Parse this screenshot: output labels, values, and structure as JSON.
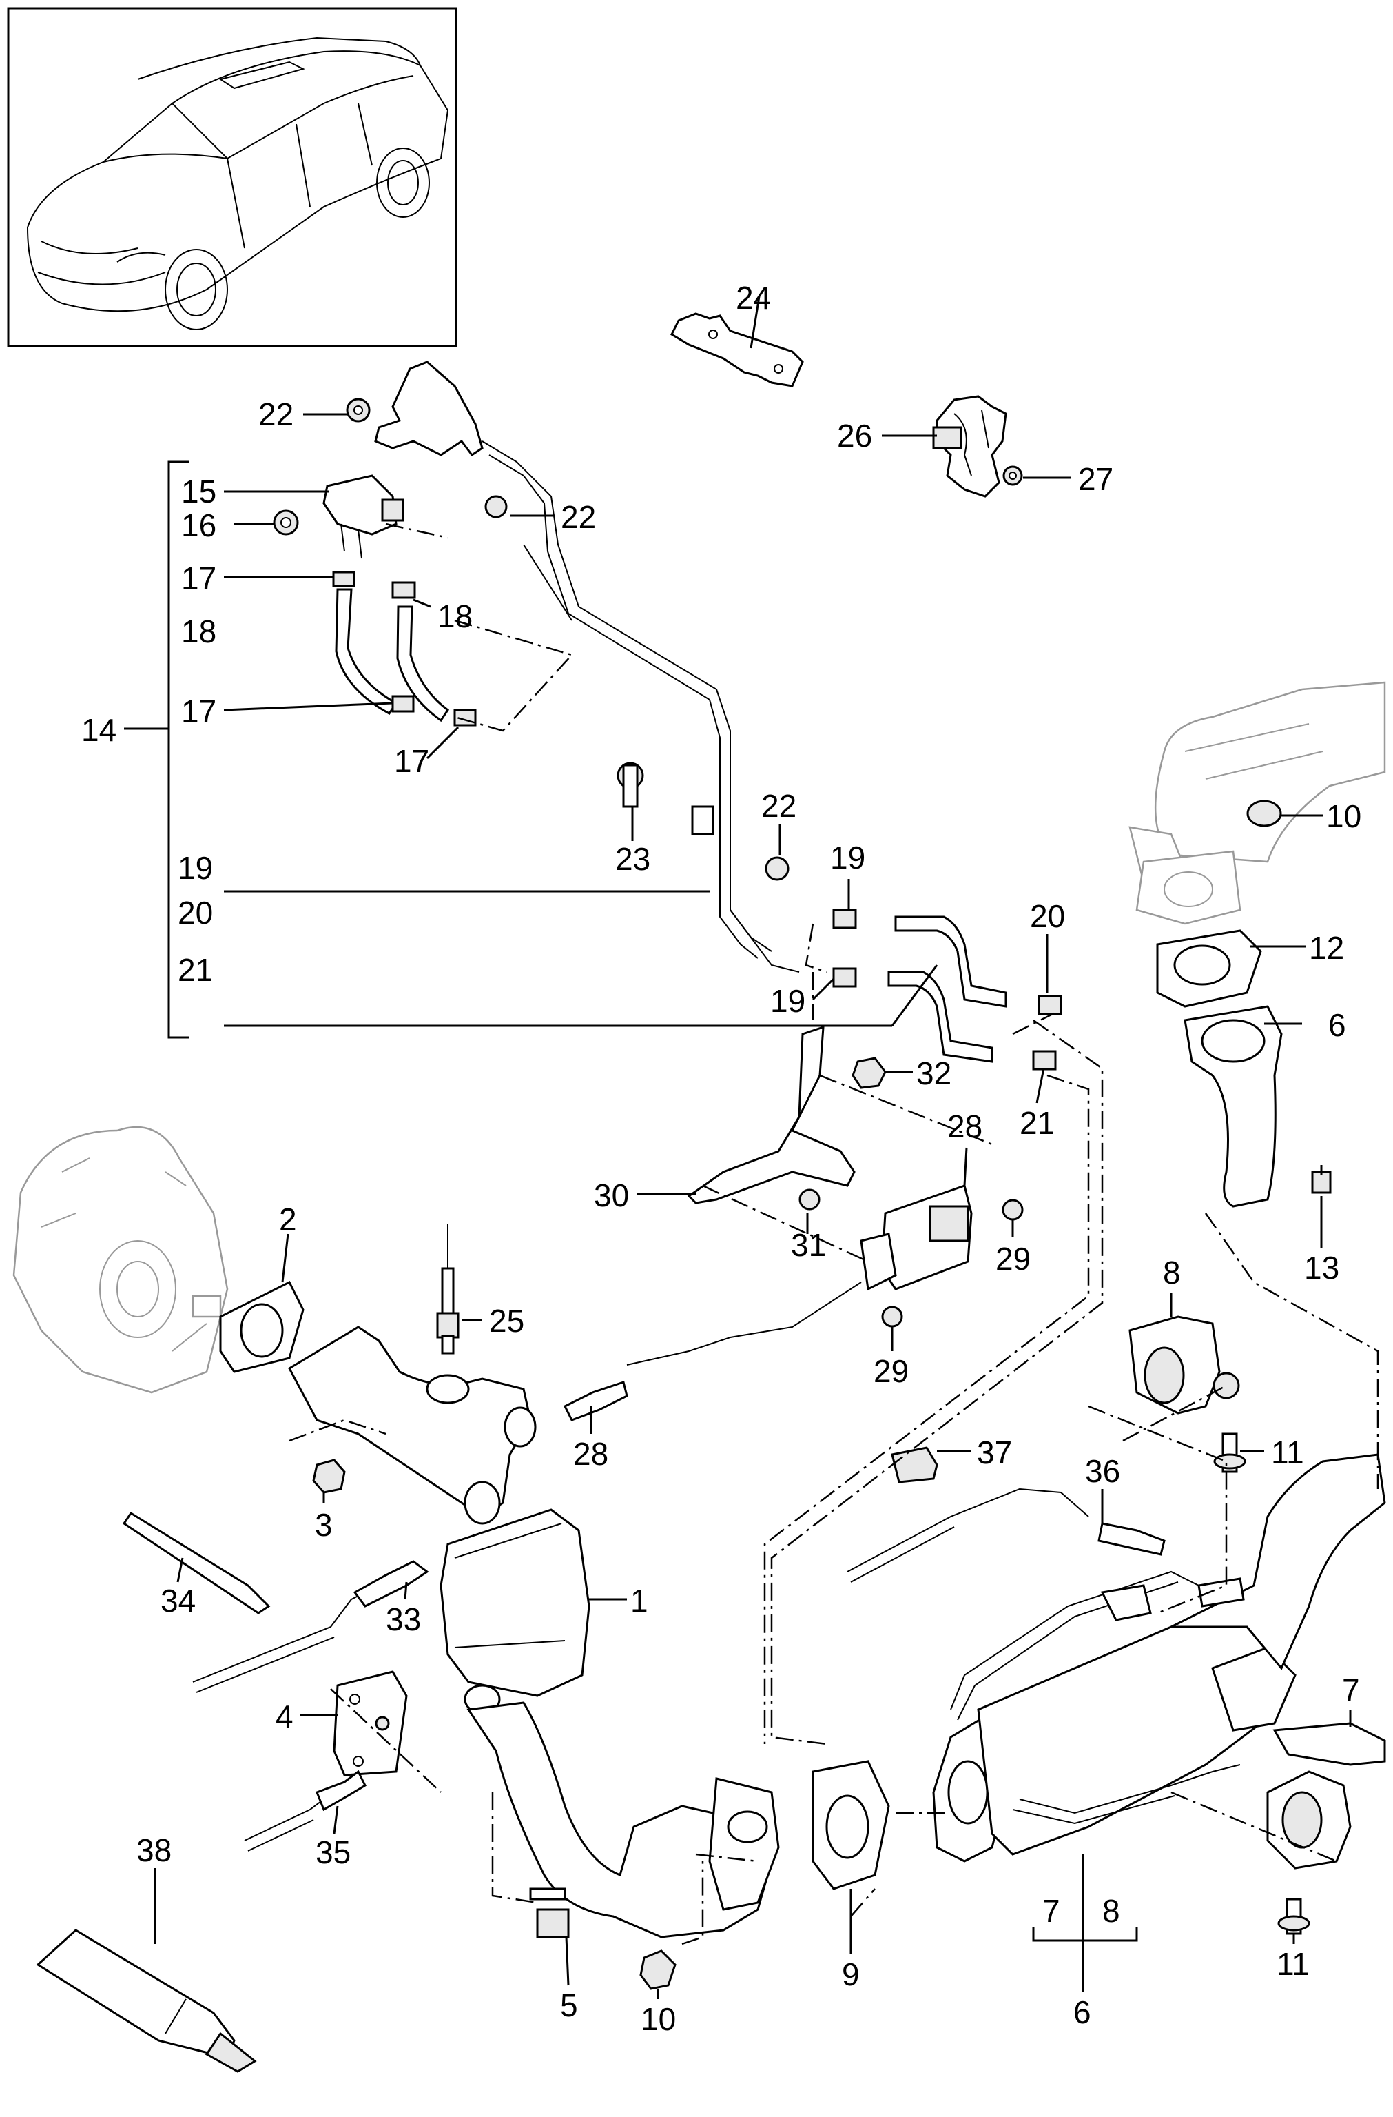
{
  "labels": {
    "n1": "1",
    "n2": "2",
    "n3": "3",
    "n4": "4",
    "n5": "5",
    "n6": "6",
    "n7": "7",
    "n8": "8",
    "n9": "9",
    "n10": "10",
    "n11": "11",
    "n12": "12",
    "n13": "13",
    "n14": "14",
    "n15": "15",
    "n16": "16",
    "n17": "17",
    "n18": "18",
    "n19": "19",
    "n20": "20",
    "n21": "21",
    "n22": "22",
    "n23": "23",
    "n24": "24",
    "n25": "25",
    "n26": "26",
    "n27": "27",
    "n28": "28",
    "n29": "29",
    "n30": "30",
    "n31": "31",
    "n32": "32",
    "n33": "33",
    "n34": "34",
    "n35": "35",
    "n36": "36",
    "n37": "37",
    "n38": "38"
  }
}
